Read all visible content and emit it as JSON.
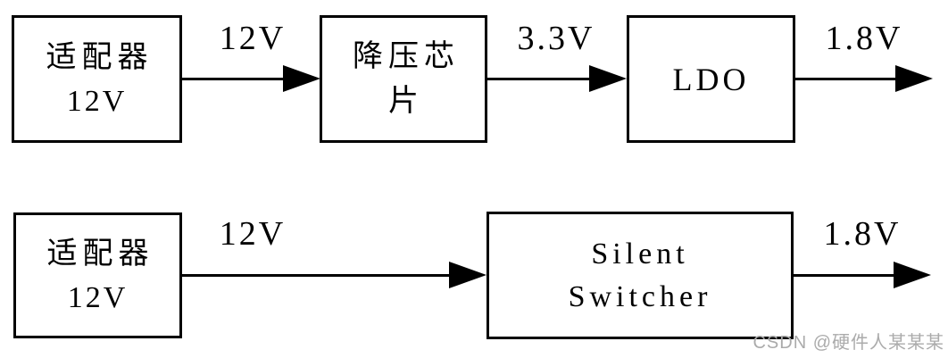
{
  "diagram": {
    "title": "power-supply-chain-comparison",
    "colors": {
      "background": "#ffffff",
      "line": "#000000",
      "watermark": "#ababab"
    },
    "row1": {
      "adapter": {
        "line1": "适配器",
        "line2": "12V"
      },
      "arrow1_label": "12V",
      "buck": {
        "line1": "降压芯",
        "line2": "片"
      },
      "arrow2_label": "3.3V",
      "ldo": {
        "line1": "LDO"
      },
      "arrow3_label": "1.8V"
    },
    "row2": {
      "adapter": {
        "line1": "适配器",
        "line2": "12V"
      },
      "arrow1_label": "12V",
      "switcher": {
        "line1": "Silent",
        "line2": "Switcher"
      },
      "arrow2_label": "1.8V"
    },
    "watermark": "CSDN @硬件人某某某"
  }
}
